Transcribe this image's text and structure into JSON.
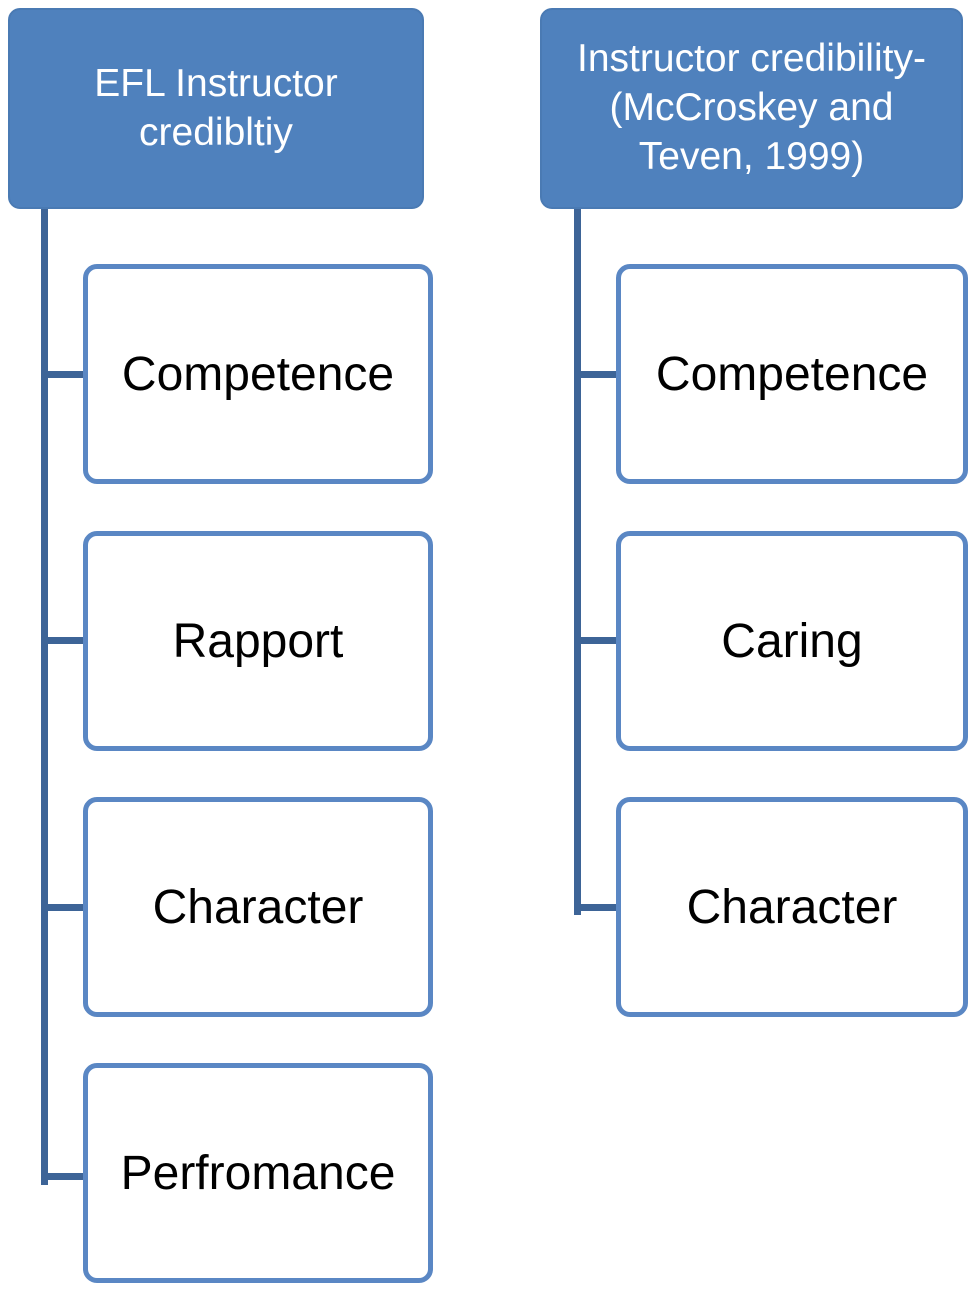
{
  "colors": {
    "header_fill": "#4f81bd",
    "connector": "#3d6497",
    "child_border": "#5a87c4",
    "header_text": "#ffffff",
    "child_text": "#000000"
  },
  "left": {
    "header": "EFL Instructor credibltiy",
    "items": [
      "Competence",
      "Rapport",
      "Character",
      "Perfromance"
    ]
  },
  "right": {
    "header": "Instructor credibility-(McCroskey and Teven, 1999)",
    "items": [
      "Competence",
      "Caring",
      "Character"
    ]
  }
}
